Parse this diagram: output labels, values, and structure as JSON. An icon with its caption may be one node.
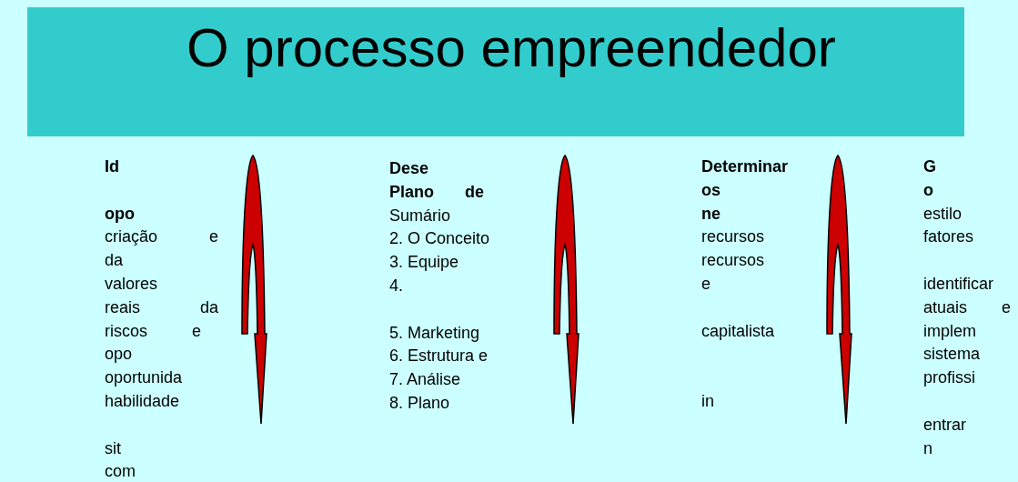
{
  "diagram": {
    "title": "O processo empreendedor",
    "nodes": [
      {
        "text": [
          "Id",
          "opo",
          "criação e",
          "da",
          "valores",
          "reais da",
          "riscos e",
          "opo",
          "oportunida",
          "habilidade",
          "sit",
          "com"
        ]
      },
      {
        "text": [
          "Dese",
          "Plano de",
          "Sumário",
          "2. O Conceito",
          "3. Equipe",
          "4.",
          "5. Marketing",
          "6. Estrutura e",
          "7. Análise",
          "8. Plano"
        ]
      },
      {
        "text": [
          "Determinar",
          "os",
          "ne",
          "recursos",
          "recursos",
          "e",
          "capitalista",
          "in"
        ]
      },
      {
        "text": [
          "G",
          "o",
          "estilo",
          "fatores",
          "identificar",
          "atuais e",
          "implem",
          "sistema",
          "profissi",
          "entrar",
          "n"
        ]
      }
    ]
  }
}
